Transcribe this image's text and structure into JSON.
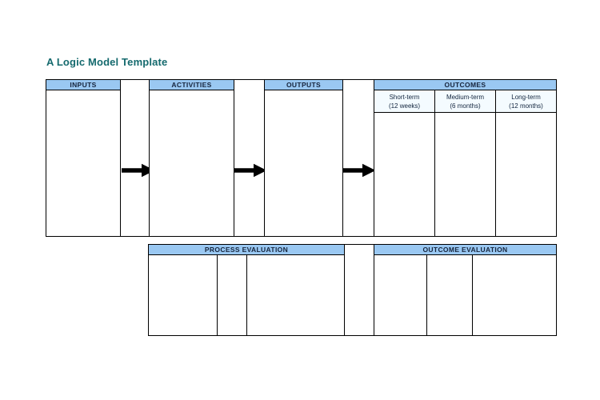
{
  "page": {
    "title": "A Logic Model Template",
    "title_color": "#156a6e",
    "header_fill": "#9ac8f2",
    "subheader_fill": "#f4fbff",
    "border_color": "#000000",
    "background": "#ffffff"
  },
  "top_table": {
    "columns": [
      {
        "id": "inputs",
        "label": "INPUTS",
        "type": "band"
      },
      {
        "id": "gap-1",
        "label": "",
        "type": "gap",
        "icon": "right-arrow-icon"
      },
      {
        "id": "activities",
        "label": "ACTIVITIES",
        "type": "band"
      },
      {
        "id": "gap-2",
        "label": "",
        "type": "gap",
        "icon": "right-arrow-icon"
      },
      {
        "id": "outputs",
        "label": "OUTPUTS",
        "type": "band"
      },
      {
        "id": "gap-3",
        "label": "",
        "type": "gap",
        "icon": "right-arrow-icon"
      },
      {
        "id": "outcomes",
        "label": "OUTCOMES",
        "type": "band"
      }
    ],
    "inputs": {
      "label": "INPUTS"
    },
    "activities": {
      "label": "ACTIVITIES"
    },
    "outputs": {
      "label": "OUTPUTS"
    },
    "outcomes": {
      "label": "OUTCOMES",
      "subcolumns": [
        {
          "name": "Short-term",
          "period": "(12 weeks)"
        },
        {
          "name": "Medium-term",
          "period": "(6 months)"
        },
        {
          "name": "Long-term",
          "period": "(12 months)"
        }
      ]
    },
    "arrows": [
      {
        "name": "arrow-inputs-to-activities",
        "icon": "right-arrow-icon"
      },
      {
        "name": "arrow-activities-to-outputs",
        "icon": "right-arrow-icon"
      },
      {
        "name": "arrow-outputs-to-outcomes",
        "icon": "right-arrow-icon"
      }
    ]
  },
  "bottom_table": {
    "process_evaluation": {
      "label": "PROCESS EVALUATION",
      "subcolumn_count": 3
    },
    "outcome_evaluation": {
      "label": "OUTCOME EVALUATION",
      "subcolumn_count": 3
    }
  }
}
